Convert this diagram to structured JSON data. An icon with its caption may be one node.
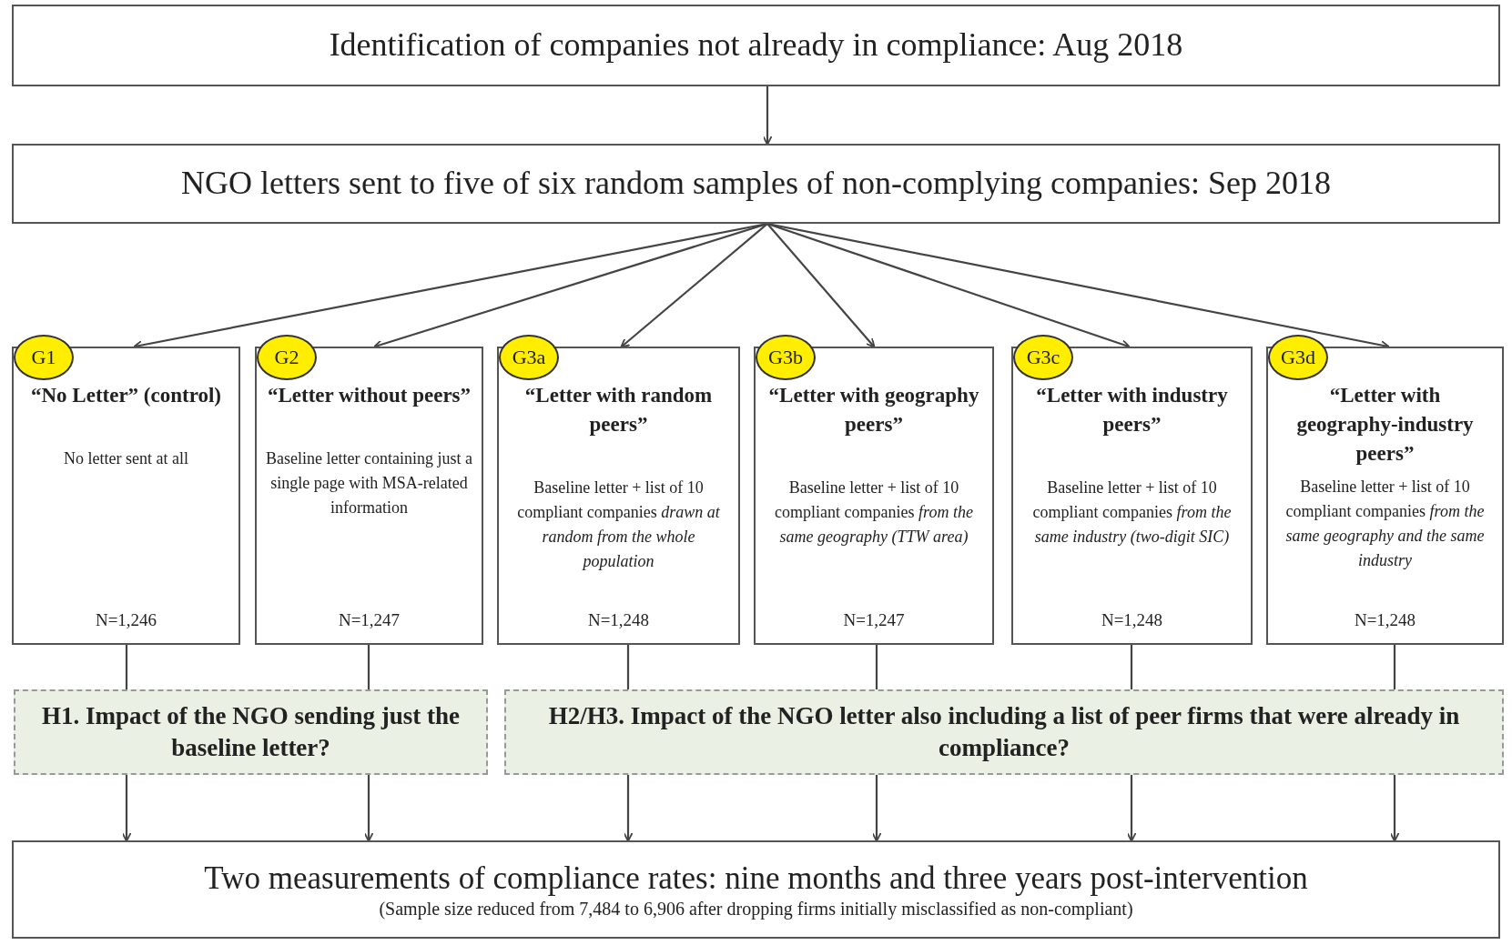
{
  "diagram": {
    "nodes": [
      {
        "text": [
          "Identification of companies not already in compliance: Aug 2018"
        ]
      },
      {
        "text": [
          "NGO letters sent to five of six random samples of non-complying companies: Sep 2018"
        ]
      },
      {
        "text": [
          "G1"
        ]
      },
      {
        "text": [
          "“No Letter” (control)",
          "No letter sent at all",
          "N=1,246"
        ]
      },
      {
        "text": [
          "G2"
        ]
      },
      {
        "text": [
          "“Letter without peers”",
          "Baseline letter containing just a single page with MSA-related information",
          "N=1,247"
        ]
      },
      {
        "text": [
          "G3a"
        ]
      },
      {
        "text": [
          "“Letter with random peers”",
          "Baseline letter + list of 10 compliant companies *drawn at random from the whole population*",
          "N=1,248"
        ]
      },
      {
        "text": [
          "G3b"
        ]
      },
      {
        "text": [
          "“Letter with geography peers”",
          "Baseline letter + list of 10 compliant companies *from the same geography (TTW area)*",
          "N=1,247"
        ]
      },
      {
        "text": [
          "G3c"
        ]
      },
      {
        "text": [
          "“Letter with industry peers”",
          "Baseline letter + list of 10 compliant companies *from the same industry (two-digit SIC)*",
          "N=1,248"
        ]
      },
      {
        "text": [
          "G3d"
        ]
      },
      {
        "text": [
          "“Letter with geography-industry peers”",
          "Baseline letter + list of 10 compliant companies *from the same geography and the same industry*",
          "N=1,248"
        ]
      },
      {
        "text": [
          "H1. Impact of the NGO sending just the baseline letter?"
        ]
      },
      {
        "text": [
          "H2/H3. Impact of the NGO letter also including a list of peer firms that were already in compliance?"
        ]
      },
      {
        "text": [
          "Two measurements of compliance rates: nine months and three years post-intervention",
          "(Sample size reduced from 7,484 to 6,906 after dropping firms initially misclassified as non-compliant)"
        ]
      }
    ],
    "edges": [
      {
        "from": 0,
        "to": 1,
        "arrow": "to"
      },
      {
        "from": 1,
        "to": 3,
        "arrow": "to"
      },
      {
        "from": 1,
        "to": 5,
        "arrow": "to"
      },
      {
        "from": 1,
        "to": 7,
        "arrow": "to"
      },
      {
        "from": 1,
        "to": 9,
        "arrow": "to"
      },
      {
        "from": 1,
        "to": 11,
        "arrow": "to"
      },
      {
        "from": 1,
        "to": 13,
        "arrow": "to"
      },
      {
        "from": 3,
        "to": 14,
        "arrow": "none"
      },
      {
        "from": 5,
        "to": 14,
        "arrow": "none"
      },
      {
        "from": 7,
        "to": 15,
        "arrow": "none"
      },
      {
        "from": 9,
        "to": 15,
        "arrow": "none"
      },
      {
        "from": 11,
        "to": 15,
        "arrow": "none"
      },
      {
        "from": 13,
        "to": 15,
        "arrow": "none"
      },
      {
        "from": 14,
        "to": 16,
        "arrow": "to"
      },
      {
        "from": 14,
        "to": 16,
        "arrow": "to"
      },
      {
        "from": 15,
        "to": 16,
        "arrow": "to"
      },
      {
        "from": 15,
        "to": 16,
        "arrow": "to"
      },
      {
        "from": 15,
        "to": 16,
        "arrow": "to"
      },
      {
        "from": 15,
        "to": 16,
        "arrow": "to"
      }
    ]
  }
}
